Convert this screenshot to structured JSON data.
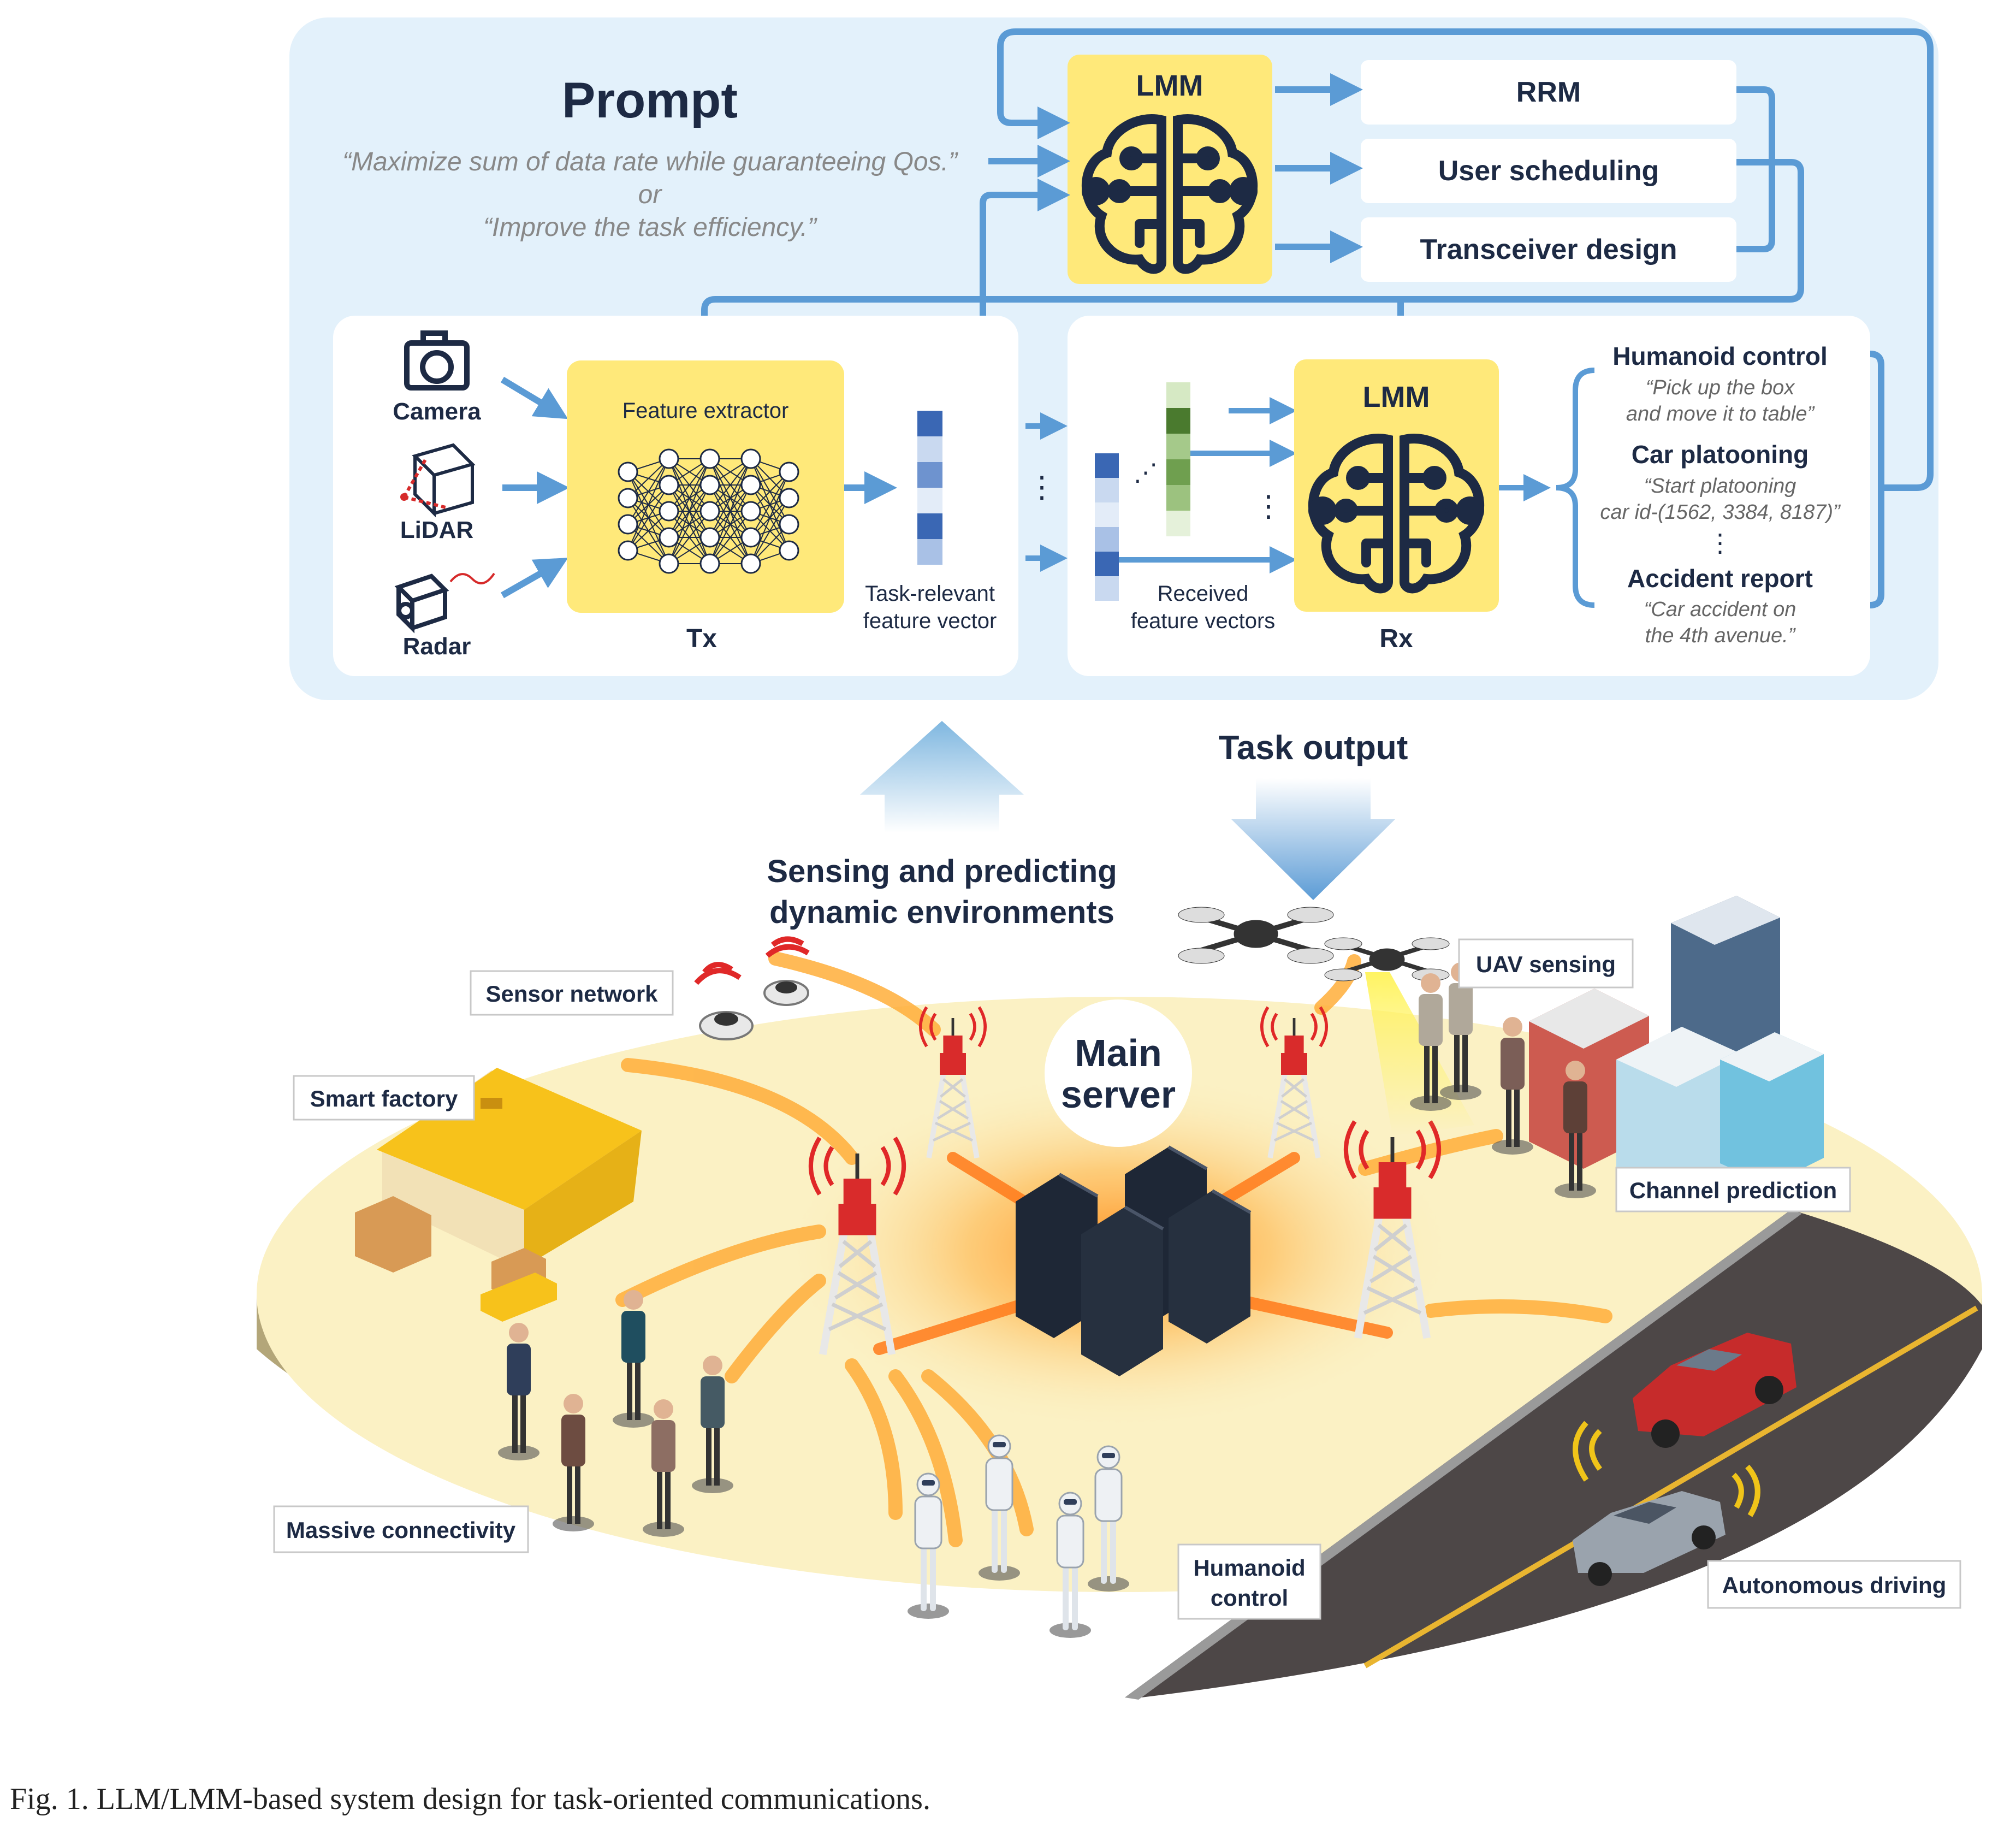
{
  "colors": {
    "panel": "#e3f1fb",
    "arrow": "#5b9bd5",
    "lmm_box": "#ffe97a",
    "ground": "#fbf1c4",
    "road": "#4d4747",
    "glow": "#ff9a1f",
    "navy": "#1d2a44"
  },
  "prompt": {
    "title": "Prompt",
    "line1": "“Maximize sum of data rate while guaranteeing Qos.”",
    "line2": "or",
    "line3": "“Improve the task efficiency.”"
  },
  "lmm_top": {
    "label": "LMM",
    "outputs": [
      "RRM",
      "User scheduling",
      "Transceiver design"
    ]
  },
  "tx": {
    "inputs": [
      "Camera",
      "LiDAR",
      "Radar"
    ],
    "extractor_label": "Feature extractor",
    "block_label": "Tx",
    "vector_label_1": "Task-relevant",
    "vector_label_2": "feature vector"
  },
  "rx": {
    "lmm_label": "LMM",
    "block_label": "Rx",
    "received_label_1": "Received",
    "received_label_2": "feature vectors",
    "tasks": [
      {
        "title": "Humanoid control",
        "line1": "“Pick up the box",
        "line2": "and move it to table”"
      },
      {
        "title": "Car platooning",
        "line1": "“Start platooning",
        "line2": "car id-(1562, 3384, 8187)”"
      },
      {
        "title": "Accident report",
        "line1": "“Car accident on",
        "line2": "the 4th avenue.”"
      }
    ]
  },
  "flow": {
    "task_output": "Task output",
    "sensing_1": "Sensing and predicting",
    "sensing_2": "dynamic environments"
  },
  "scene": {
    "server_1": "Main",
    "server_2": "server",
    "labels": {
      "sensor_network": "Sensor network",
      "smart_factory": "Smart factory",
      "uav_sensing": "UAV sensing",
      "channel_prediction": "Channel prediction",
      "massive_connectivity": "Massive connectivity",
      "humanoid_1": "Humanoid",
      "humanoid_2": "control",
      "autonomous_driving": "Autonomous driving"
    }
  },
  "caption": "Fig. 1.  LLM/LMM-based system design for task-oriented communications."
}
